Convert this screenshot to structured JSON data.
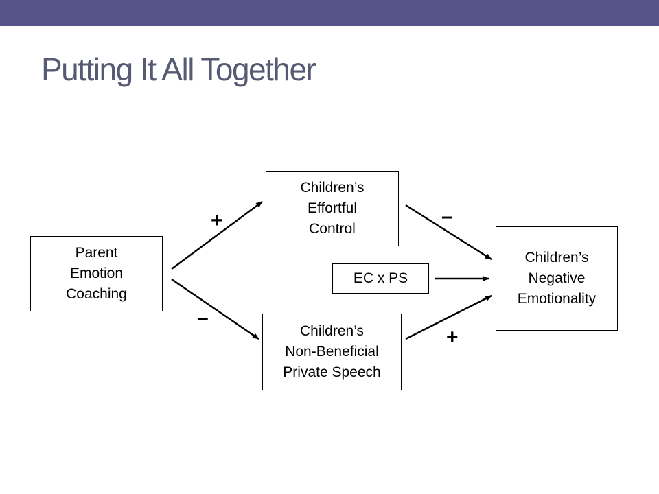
{
  "title": "Putting It All Together",
  "colors": {
    "top_bar": "#565488",
    "title_text": "#565a72",
    "node_border": "#000000",
    "arrow": "#000000"
  },
  "nodes": {
    "parent": {
      "lines": [
        "Parent",
        "Emotion",
        "Coaching"
      ]
    },
    "effortful": {
      "lines": [
        "Children’s",
        "Effortful",
        "Control"
      ]
    },
    "ecps": {
      "lines": [
        "EC x PS"
      ]
    },
    "private": {
      "lines": [
        "Children’s",
        "Non-Beneficial",
        "Private Speech"
      ]
    },
    "negative": {
      "lines": [
        "Children’s",
        "Negative",
        "Emotionality"
      ]
    }
  },
  "edges": [
    {
      "from": "parent",
      "to": "effortful",
      "sign": "+"
    },
    {
      "from": "parent",
      "to": "private",
      "sign": "–"
    },
    {
      "from": "effortful",
      "to": "negative",
      "sign": "–"
    },
    {
      "from": "ecps",
      "to": "negative",
      "sign": ""
    },
    {
      "from": "private",
      "to": "negative",
      "sign": "+"
    }
  ]
}
